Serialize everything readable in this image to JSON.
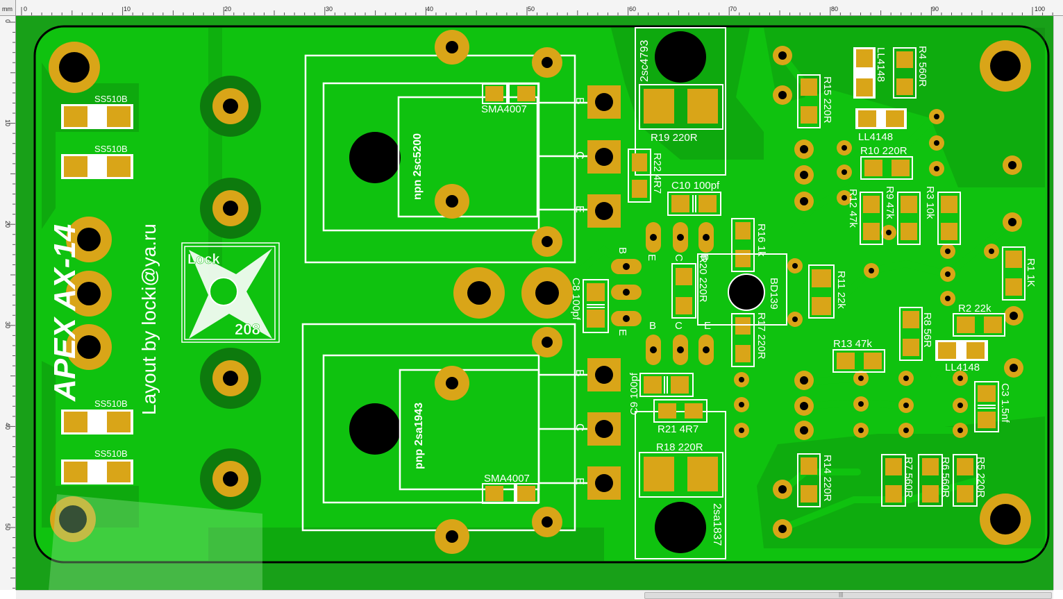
{
  "ruler": {
    "unit": "mm",
    "top_ticks": [
      "0",
      "10",
      "20",
      "30",
      "40",
      "50",
      "60",
      "70",
      "80",
      "90",
      "100"
    ],
    "left_ticks": [
      "0",
      "10",
      "20",
      "30",
      "40",
      "50"
    ]
  },
  "board": {
    "title": "APEX AX-14",
    "author": "Layout by locki@ya.ru",
    "logo_text_top": "Lock",
    "logo_text_bottom": "208",
    "colors": {
      "substrate": "#18a018",
      "copper": "#0fc20f",
      "dark_area": "#0d7a0d",
      "pad": "#d9a518",
      "silk": "#ffffff",
      "hole": "#000000"
    }
  },
  "labels": {
    "ss510b_1": "SS510B",
    "ss510b_2": "SS510B",
    "ss510b_3": "SS510B",
    "ss510b_4": "SS510B",
    "sma4007_top": "SMA4007",
    "sma4007_bottom": "SMA4007",
    "npn": "npn 2sc5200",
    "pnp": "pnp 2sa1943",
    "q_top_b": "B",
    "q_top_c": "C",
    "q_top_e": "E",
    "q_bot_b": "B",
    "q_bot_c": "C",
    "q_bot_e": "E",
    "tr_2sc4793": "2sc4793",
    "tr_2sa1837": "2sa1837",
    "r19": "R19 220R",
    "r18": "R18 220R",
    "r22": "R22 4R7",
    "r21": "R21 4R7",
    "c10": "C10 100pf",
    "c9": "C9 100pf",
    "c8": "C8 100pf",
    "r20": "R20 220R",
    "r16": "R16 1k",
    "r17": "R17 220R",
    "bd139": "BD139",
    "drv_top_e": "E",
    "drv_top_c": "C",
    "drv_top_b": "B",
    "drv_mid_b": "B",
    "drv_mid_e": "E",
    "drv_bot_b": "B",
    "drv_bot_c": "C",
    "drv_bot_e": "E",
    "r15": "R15 220R",
    "r14": "R14 220R",
    "r4": "R4 560R",
    "ll4148_1": "LL4148",
    "ll4148_2": "LL4148",
    "ll4148_3": "LL4148",
    "r10": "R10 220R",
    "r12": "R12 47k",
    "r9": "R9 47k",
    "r3": "R3 10k",
    "r11": "R11 22k",
    "r1": "R1 1K",
    "r2": "R2 22k",
    "r8": "R8 56R",
    "r13": "R13 47k",
    "c3": "C3 1.5nf",
    "r7": "R7 560R",
    "r6": "R6 560R",
    "r5": "R5 220R"
  }
}
